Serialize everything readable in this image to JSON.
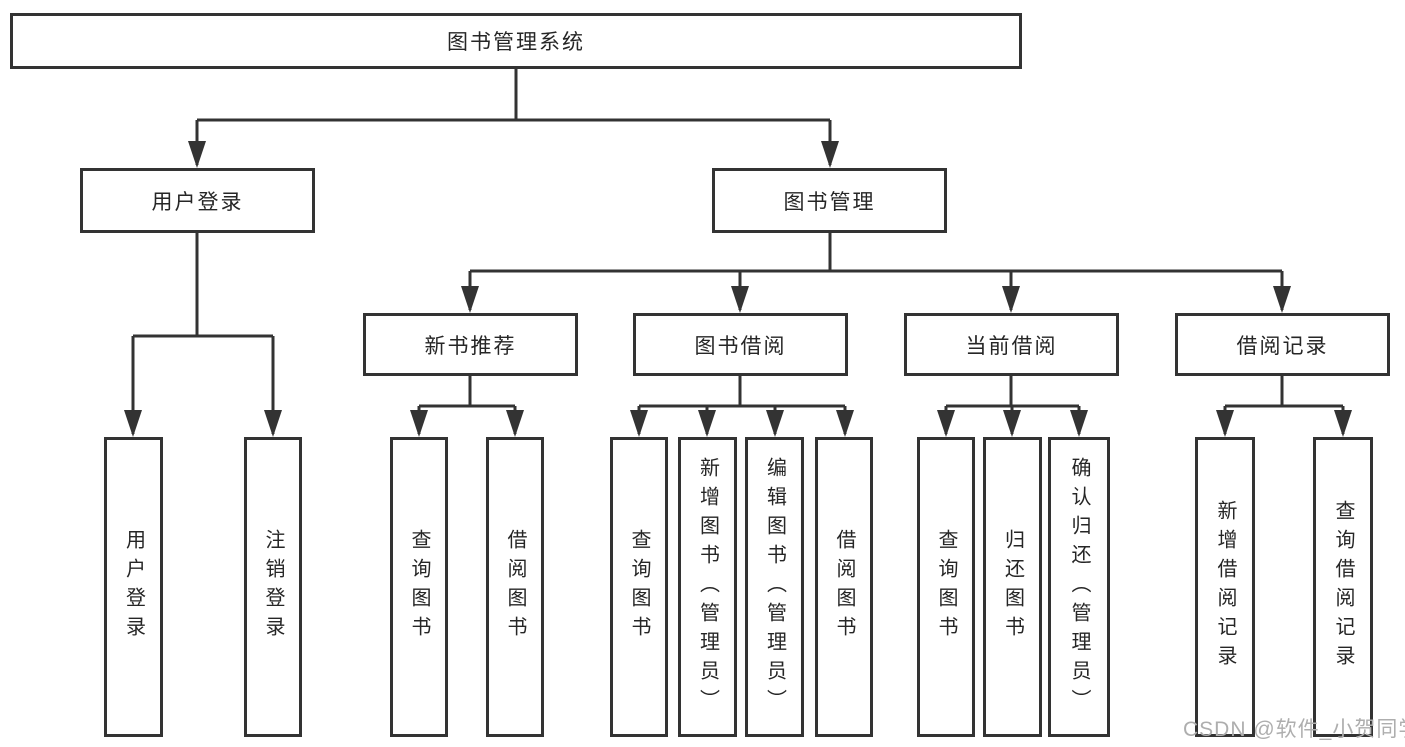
{
  "diagram": {
    "root": "图书管理系统",
    "level2": {
      "user_login": "用户登录",
      "book_management": "图书管理"
    },
    "level3": {
      "new_book_recommend": "新书推荐",
      "book_borrow": "图书借阅",
      "current_borrow": "当前借阅",
      "borrow_record": "借阅记录"
    },
    "leaves": {
      "user_login": [
        "用户登录",
        "注销登录"
      ],
      "new_book_recommend": [
        "查询图书",
        "借阅图书"
      ],
      "book_borrow": [
        "查询图书",
        "新增图书（管理员）",
        "编辑图书（管理员）",
        "借阅图书"
      ],
      "current_borrow": [
        "查询图书",
        "归还图书",
        "确认归还（管理员）"
      ],
      "borrow_record": [
        "新增借阅记录",
        "查询借阅记录"
      ]
    }
  },
  "watermark": "CSDN @软件_小贺同学",
  "colors": {
    "line": "#333333",
    "text": "#262626",
    "watermark": "#aeaeae"
  }
}
